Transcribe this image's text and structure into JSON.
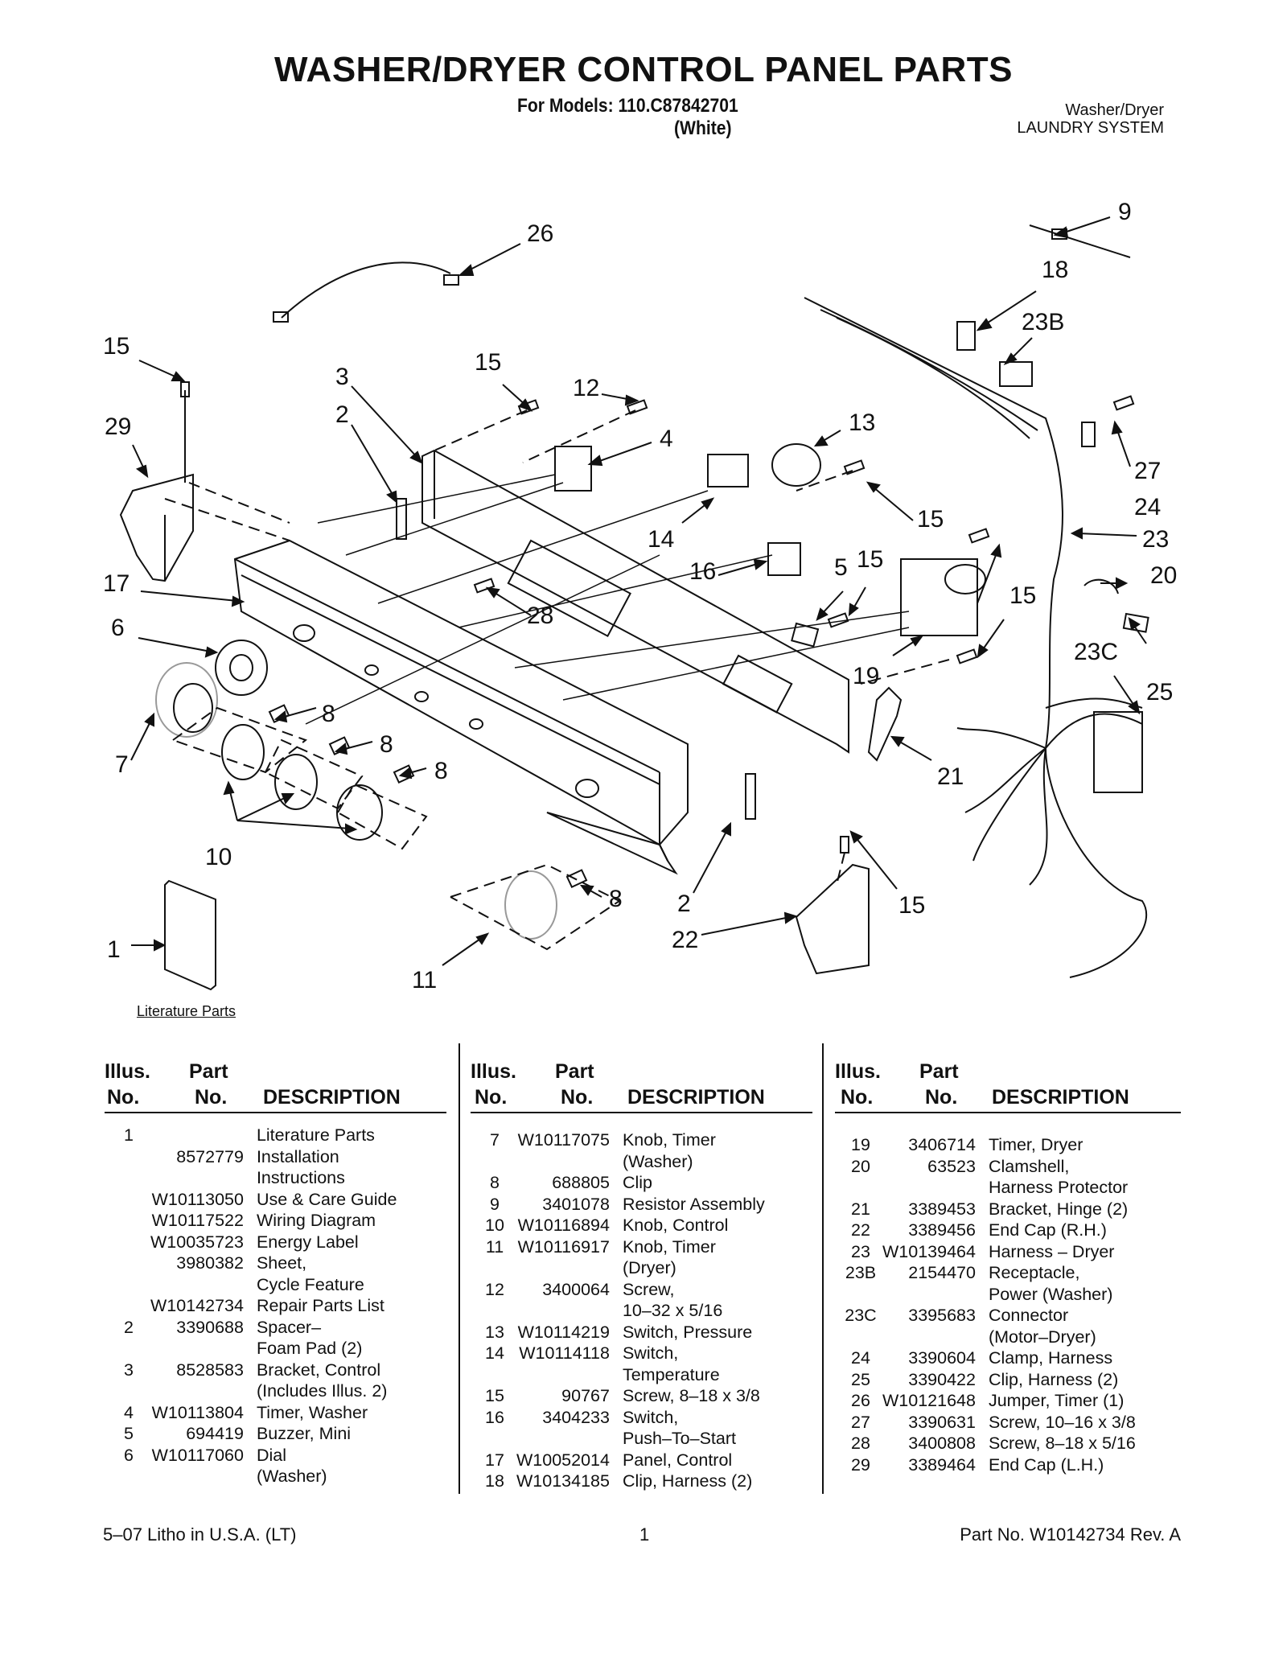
{
  "header": {
    "title": "WASHER/DRYER CONTROL PANEL PARTS",
    "models_line": "For Models: 110.C87842701",
    "color_line": "(White)",
    "system_line1": "Washer/Dryer",
    "system_line2": "LAUNDRY SYSTEM"
  },
  "diagram": {
    "literature_label": "Literature Parts",
    "callouts": [
      "26",
      "9",
      "18",
      "23B",
      "15",
      "3",
      "2",
      "15",
      "12",
      "4",
      "13",
      "29",
      "27",
      "24",
      "23",
      "15",
      "14",
      "16",
      "5",
      "15",
      "20",
      "17",
      "28",
      "15",
      "6",
      "23C",
      "25",
      "19",
      "8",
      "8",
      "7",
      "8",
      "21",
      "10",
      "8",
      "2",
      "15",
      "22",
      "1",
      "11"
    ]
  },
  "table_headers": {
    "illus": "Illus.",
    "no": "No.",
    "part": "Part",
    "description": "DESCRIPTION"
  },
  "columns": [
    [
      {
        "illus": "1",
        "part": "",
        "desc": "Literature Parts"
      },
      {
        "illus": "",
        "part": "8572779",
        "desc": "Installation"
      },
      {
        "illus": "",
        "part": "",
        "desc": "Instructions"
      },
      {
        "illus": "",
        "part": "W10113050",
        "desc": "Use & Care Guide"
      },
      {
        "illus": "",
        "part": "W10117522",
        "desc": "Wiring Diagram"
      },
      {
        "illus": "",
        "part": "W10035723",
        "desc": "Energy Label"
      },
      {
        "illus": "",
        "part": "3980382",
        "desc": "Sheet,"
      },
      {
        "illus": "",
        "part": "",
        "desc": "Cycle Feature"
      },
      {
        "illus": "",
        "part": "W10142734",
        "desc": "Repair Parts List"
      },
      {
        "illus": "",
        "part": "",
        "desc": ""
      },
      {
        "illus": "2",
        "part": "3390688",
        "desc": "Spacer–"
      },
      {
        "illus": "",
        "part": "",
        "desc": "Foam Pad (2)"
      },
      {
        "illus": "3",
        "part": "8528583",
        "desc": "Bracket, Control"
      },
      {
        "illus": "",
        "part": "",
        "desc": "(Includes Illus. 2)"
      },
      {
        "illus": "4",
        "part": "W10113804",
        "desc": "Timer, Washer"
      },
      {
        "illus": "5",
        "part": "694419",
        "desc": "Buzzer, Mini"
      },
      {
        "illus": "6",
        "part": "W10117060",
        "desc": "Dial"
      },
      {
        "illus": "",
        "part": "",
        "desc": "(Washer)"
      }
    ],
    [
      {
        "illus": "7",
        "part": "W10117075",
        "desc": "Knob, Timer"
      },
      {
        "illus": "",
        "part": "",
        "desc": "(Washer)"
      },
      {
        "illus": "8",
        "part": "688805",
        "desc": "Clip"
      },
      {
        "illus": "9",
        "part": "3401078",
        "desc": "Resistor Assembly"
      },
      {
        "illus": "10",
        "part": "W10116894",
        "desc": "Knob, Control"
      },
      {
        "illus": "11",
        "part": "W10116917",
        "desc": "Knob, Timer"
      },
      {
        "illus": "",
        "part": "",
        "desc": "(Dryer)"
      },
      {
        "illus": "12",
        "part": "3400064",
        "desc": "Screw,"
      },
      {
        "illus": "",
        "part": "",
        "desc": "10–32 x 5/16"
      },
      {
        "illus": "13",
        "part": "W10114219",
        "desc": "Switch, Pressure"
      },
      {
        "illus": "14",
        "part": "W10114118",
        "desc": "Switch,"
      },
      {
        "illus": "",
        "part": "",
        "desc": "Temperature"
      },
      {
        "illus": "15",
        "part": "90767",
        "desc": "Screw, 8–18 x 3/8"
      },
      {
        "illus": "16",
        "part": "3404233",
        "desc": "Switch,"
      },
      {
        "illus": "",
        "part": "",
        "desc": "Push–To–Start"
      },
      {
        "illus": "17",
        "part": "W10052014",
        "desc": "Panel, Control"
      },
      {
        "illus": "18",
        "part": "W10134185",
        "desc": "Clip, Harness (2)"
      }
    ],
    [
      {
        "illus": "19",
        "part": "3406714",
        "desc": "Timer, Dryer"
      },
      {
        "illus": "20",
        "part": "63523",
        "desc": "Clamshell,"
      },
      {
        "illus": "",
        "part": "",
        "desc": "Harness Protector"
      },
      {
        "illus": "21",
        "part": "3389453",
        "desc": "Bracket, Hinge (2)"
      },
      {
        "illus": "22",
        "part": "3389456",
        "desc": "End Cap (R.H.)"
      },
      {
        "illus": "23",
        "part": "W10139464",
        "desc": "Harness – Dryer"
      },
      {
        "illus": "23B",
        "part": "2154470",
        "desc": "Receptacle,"
      },
      {
        "illus": "",
        "part": "",
        "desc": "Power (Washer)"
      },
      {
        "illus": "23C",
        "part": "3395683",
        "desc": "Connector"
      },
      {
        "illus": "",
        "part": "",
        "desc": "(Motor–Dryer)"
      },
      {
        "illus": "24",
        "part": "3390604",
        "desc": "Clamp, Harness"
      },
      {
        "illus": "25",
        "part": "3390422",
        "desc": "Clip, Harness (2)"
      },
      {
        "illus": "26",
        "part": "W10121648",
        "desc": "Jumper, Timer (1)"
      },
      {
        "illus": "27",
        "part": "3390631",
        "desc": "Screw, 10–16 x 3/8"
      },
      {
        "illus": "28",
        "part": "3400808",
        "desc": "Screw, 8–18 x 5/16"
      },
      {
        "illus": "29",
        "part": "3389464",
        "desc": "End Cap (L.H.)"
      }
    ]
  ],
  "footer": {
    "left": "5–07 Litho in U.S.A. (LT)",
    "page": "1",
    "right": "Part No. W10142734 Rev. A"
  }
}
